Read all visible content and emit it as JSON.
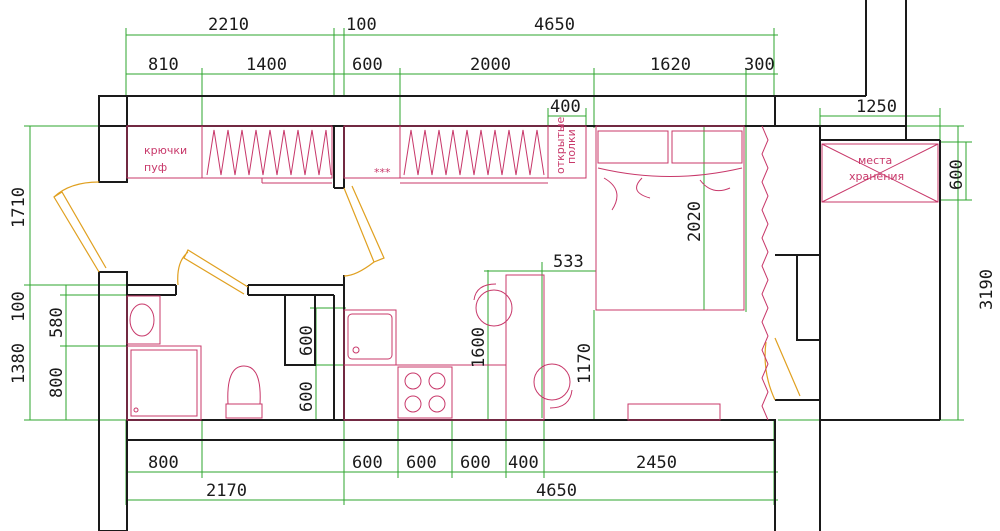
{
  "dimensions": {
    "top_outer_left": "2210",
    "top_outer_mid": "100",
    "top_outer_right": "4650",
    "top_inner_1": "810",
    "top_inner_2": "1400",
    "top_inner_3": "600",
    "top_inner_4": "2000",
    "top_inner_5": "1620",
    "top_inner_6": "300",
    "shelf_width": "400",
    "storage_width": "1250",
    "storage_depth": "600",
    "bed_length": "2020",
    "table_width": "533",
    "kitchen_depth_1600": "1600",
    "kitchen_depth_1170": "1170",
    "sink_depth": "600",
    "counter_depth": "600",
    "left_total_top": "1710",
    "left_total_bottom": "1380",
    "left_100": "100",
    "left_580": "580",
    "left_800": "800",
    "right_total": "3190",
    "bottom_inner_1": "800",
    "bottom_inner_2": "600",
    "bottom_inner_3": "600",
    "bottom_inner_4": "600",
    "bottom_inner_5": "400",
    "bottom_inner_6": "2450",
    "bottom_outer_left": "2170",
    "bottom_outer_right": "4650"
  },
  "labels": {
    "hooks_line1": "крючки",
    "hooks_line2": "пуф",
    "shelves_line1": "открытые",
    "shelves_line2": "полки",
    "storage_line1": "места",
    "storage_line2": "хранения",
    "asterisks": "***"
  },
  "colors": {
    "walls": "#1a1a1a",
    "furniture": "#c8386a",
    "dimension_lines": "#2ea52e",
    "doors": "#e0a020",
    "text": "#1a1a1a"
  }
}
